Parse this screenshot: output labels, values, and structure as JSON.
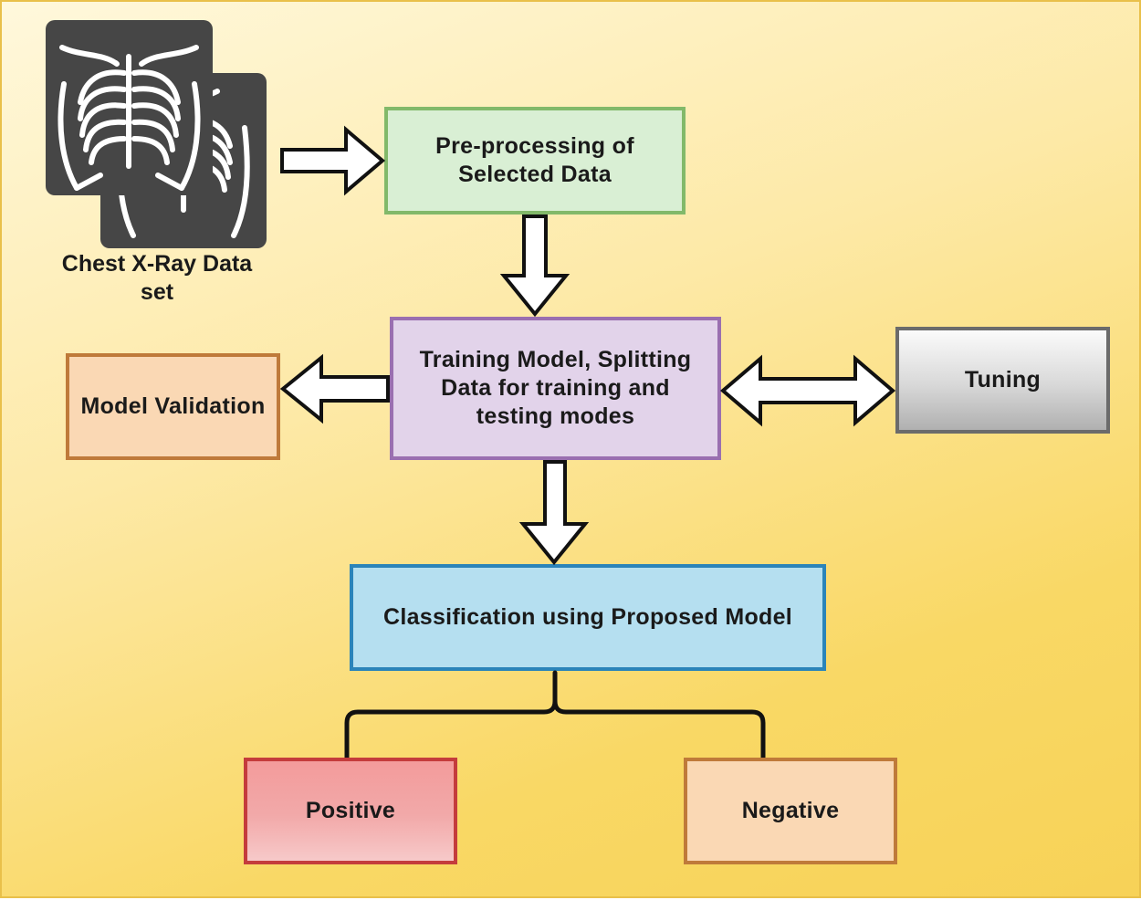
{
  "dataset": {
    "label": "Chest X-Ray Data\nset",
    "icon": "chest-xray-icon"
  },
  "steps": {
    "preprocessing": "Pre-processing of\nSelected Data",
    "training": "Training Model, Splitting\nData for training and\ntesting modes",
    "validation": "Model Validation",
    "tuning": "Tuning",
    "classification": "Classification using Proposed Model",
    "positive": "Positive",
    "negative": "Negative"
  },
  "colors": {
    "preprocessing_fill": "#d9efd4",
    "preprocessing_border": "#82b96a",
    "training_fill": "#e2d3ea",
    "training_border": "#9a6fb0",
    "validation_fill": "#fad8b4",
    "validation_border": "#bf7a3a",
    "tuning_border": "#6b6b6b",
    "classification_fill": "#b5dff0",
    "classification_border": "#2b84b9",
    "positive_border": "#c43c3c",
    "negative_fill": "#fad8b4",
    "negative_border": "#bf7a3a"
  }
}
